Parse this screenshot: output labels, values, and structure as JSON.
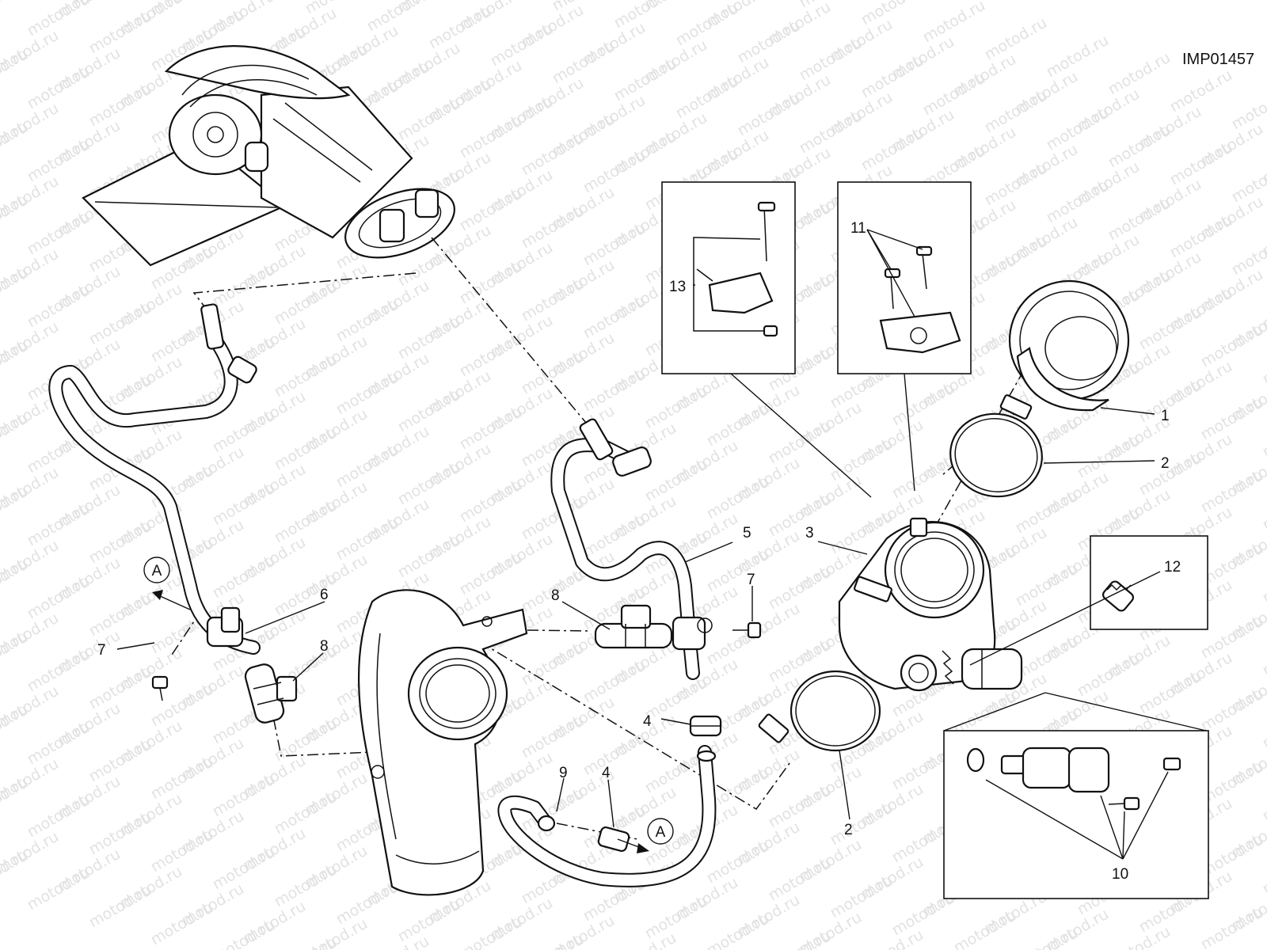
{
  "diagram": {
    "code": "IMP01457",
    "watermark": "motod.ru",
    "callouts": [
      "1",
      "2",
      "3",
      "4",
      "5",
      "6",
      "7",
      "8",
      "9",
      "10",
      "11",
      "12",
      "13"
    ],
    "connector_label": "A"
  }
}
